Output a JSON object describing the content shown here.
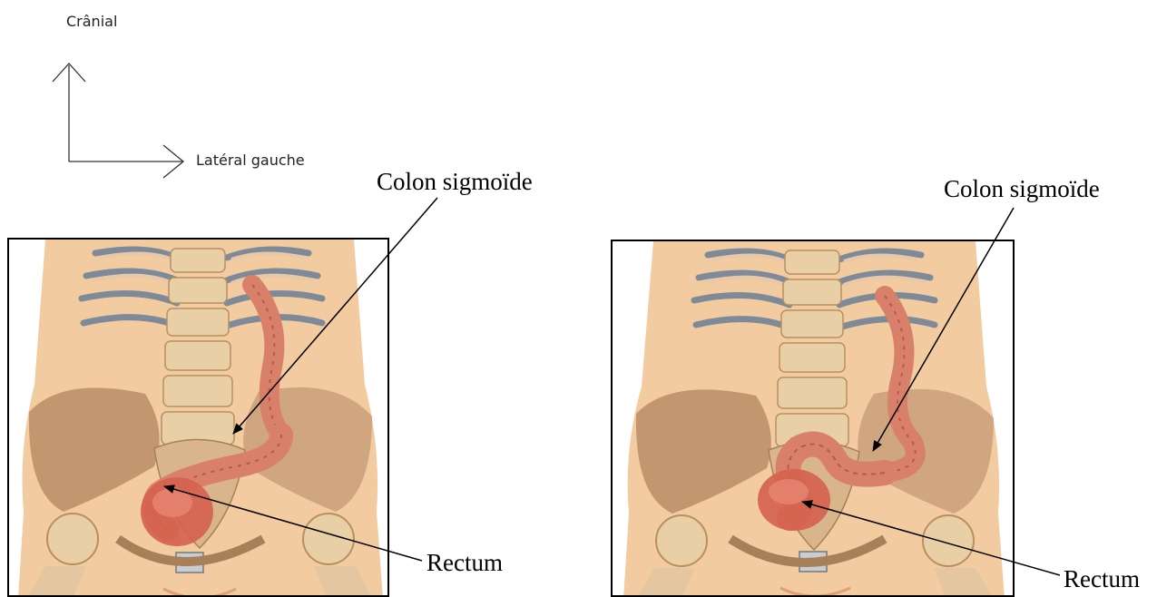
{
  "orientation": {
    "up_label": "Crânial",
    "right_label": "Latéral gauche"
  },
  "figures": [
    {
      "label_colon": "Colon sigmoïde",
      "label_rectum": "Rectum"
    },
    {
      "label_colon": "Colon sigmoïde",
      "label_rectum": "Rectum"
    }
  ],
  "colors": {
    "skin": "#f2c79a",
    "bone": "#e3c49a",
    "ribs": "#7f8a99",
    "colon": "#d9806a",
    "rectum": "#d4604f",
    "frame": "#000000"
  }
}
